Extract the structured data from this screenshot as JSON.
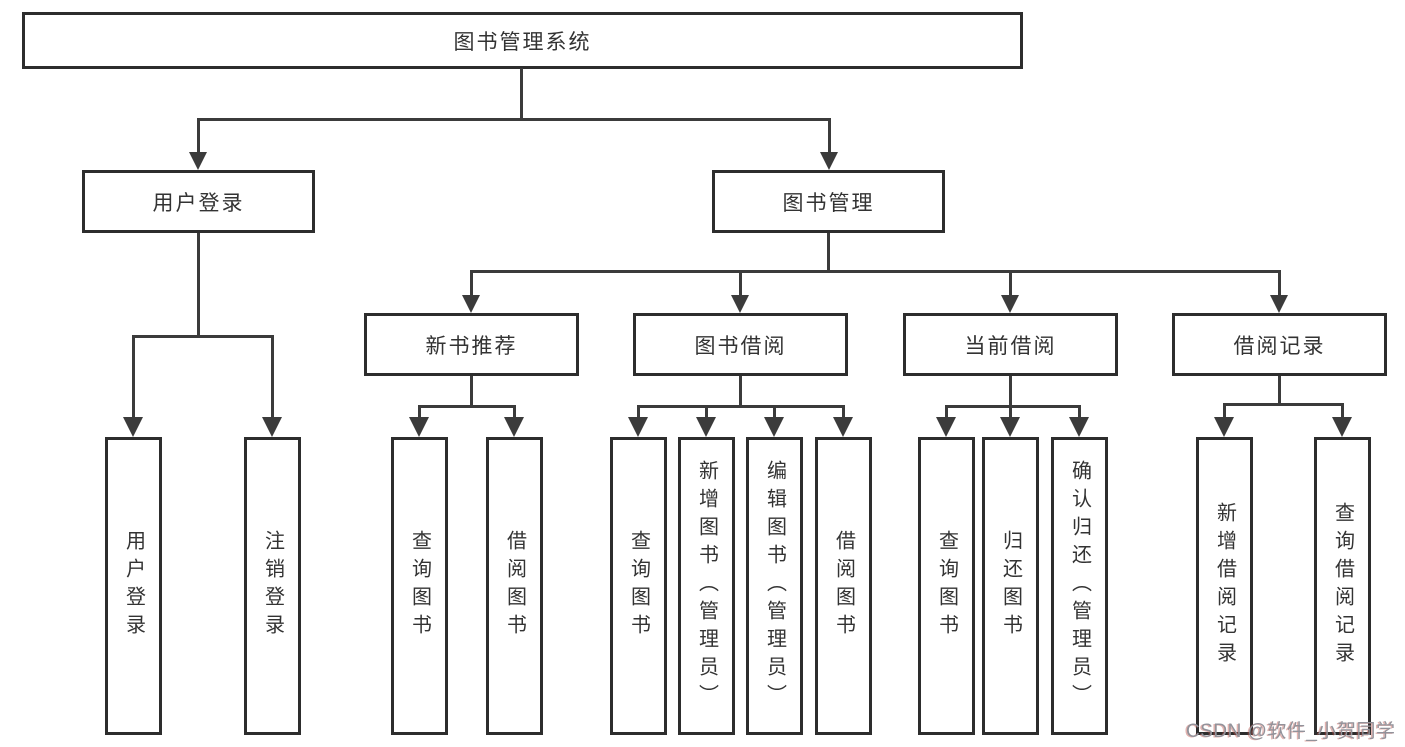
{
  "colors": {
    "line": "#3b3b3b",
    "border": "#2d2d2d",
    "text": "#333333",
    "bg": "#ffffff",
    "wm": "#92929a"
  },
  "tree": {
    "root": "图书管理系统",
    "branches": [
      {
        "label": "用户登录",
        "children": [
          "用户登录",
          "注销登录"
        ]
      },
      {
        "label": "图书管理",
        "sections": [
          {
            "label": "新书推荐",
            "children": [
              "查询图书",
              "借阅图书"
            ]
          },
          {
            "label": "图书借阅",
            "children": [
              "查询图书",
              "新增图书（管理员）",
              "编辑图书（管理员）",
              "借阅图书"
            ]
          },
          {
            "label": "当前借阅",
            "children": [
              "查询图书",
              "归还图书",
              "确认归还（管理员）"
            ]
          },
          {
            "label": "借阅记录",
            "children": [
              "新增借阅记录",
              "查询借阅记录"
            ]
          }
        ]
      }
    ]
  },
  "watermark": "CSDN @软件_小贺同学"
}
